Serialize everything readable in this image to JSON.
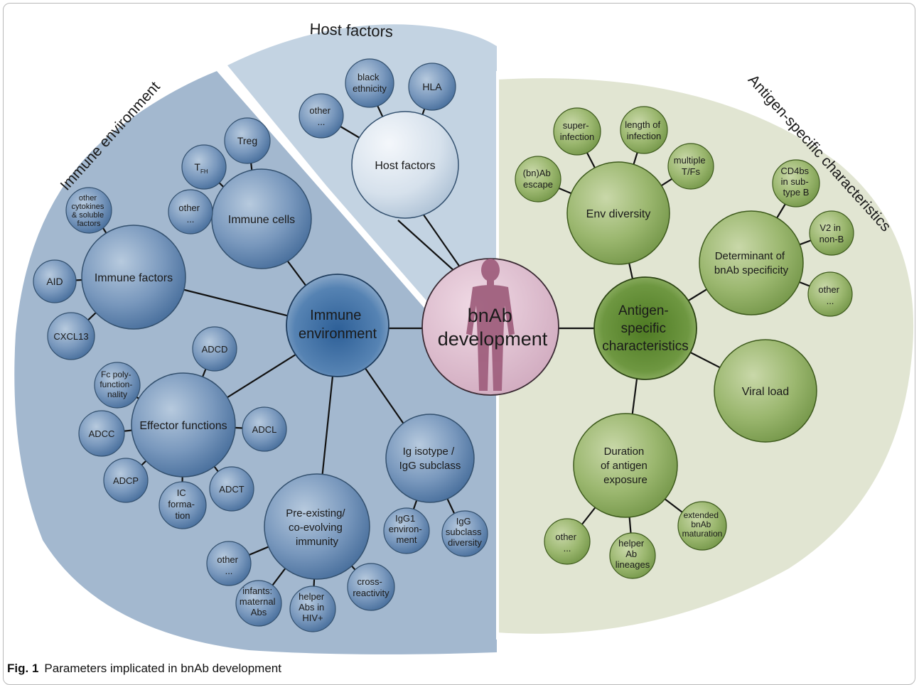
{
  "caption": {
    "label": "Fig. 1",
    "text": "Parameters implicated in bnAb development"
  },
  "section_titles": {
    "host": "Host factors",
    "immune": "Immune environment",
    "antigen": "Antigen-specific characteristics"
  },
  "colors": {
    "immune_bg": "#a3b8cf",
    "host_bg": "#c3d3e2",
    "antigen_bg": "#e1e5d2",
    "blue_bubble": "#5b82ad",
    "light_blue_bubble": "#cddbe8",
    "green_bubble": "#8dac5f",
    "center_bubble": "#d9b5c8",
    "figure_silhouette": "#a0607e"
  },
  "nodes": {
    "center": [
      "bnAb",
      "development"
    ],
    "host_factors": [
      "Host factors"
    ],
    "black_ethnicity": [
      "black",
      "ethnicity"
    ],
    "hla": [
      "HLA"
    ],
    "host_other": [
      "other",
      "..."
    ],
    "immune_environment": [
      "Immune",
      "environment"
    ],
    "immune_cells": [
      "Immune cells"
    ],
    "treg": [
      "Treg"
    ],
    "tfh": "T",
    "tfh_sub": "FH",
    "cells_other": [
      "other",
      "..."
    ],
    "immune_factors": [
      "Immune factors"
    ],
    "other_cytokines": [
      "other",
      "cytokines",
      "& soluble",
      "factors"
    ],
    "aid": [
      "AID"
    ],
    "cxcl13": [
      "CXCL13"
    ],
    "effector_functions": [
      "Effector functions"
    ],
    "adcd": [
      "ADCD"
    ],
    "fc_poly": [
      "Fc poly-",
      "function-",
      "nality"
    ],
    "adcc": [
      "ADCC"
    ],
    "adcl": [
      "ADCL"
    ],
    "adcp": [
      "ADCP"
    ],
    "ic_formation": [
      "IC",
      "forma-",
      "tion"
    ],
    "adct": [
      "ADCT"
    ],
    "preexisting": [
      "Pre-existing/",
      "co-evolving",
      "immunity"
    ],
    "pre_other": [
      "other",
      "..."
    ],
    "infants": [
      "infants:",
      "maternal",
      "Abs"
    ],
    "helper_abs_hiv": [
      "helper",
      "Abs in",
      "HIV+"
    ],
    "cross_reactivity": [
      "cross-",
      "reactivity"
    ],
    "ig_isotype": [
      "Ig isotype /",
      "IgG subclass"
    ],
    "igg1": [
      "IgG1",
      "environ-",
      "ment"
    ],
    "igg_diversity": [
      "IgG",
      "subclass",
      "diversity"
    ],
    "antigen_specific": [
      "Antigen-",
      "specific",
      "characteristics"
    ],
    "env_diversity": [
      "Env diversity"
    ],
    "superinfection": [
      "super-",
      "infection"
    ],
    "length_infection": [
      "length of",
      "infection"
    ],
    "multiple_tfs": [
      "multiple",
      "T/Fs"
    ],
    "bnab_escape": [
      "(bn)Ab",
      "escape"
    ],
    "determinant": [
      "Determinant of",
      "bnAb specificity"
    ],
    "cd4bs": [
      "CD4bs",
      "in sub-",
      "type B"
    ],
    "v2_nonb": [
      "V2 in",
      "non-B"
    ],
    "det_other": [
      "other",
      "..."
    ],
    "viral_load": [
      "Viral load"
    ],
    "duration": [
      "Duration",
      "of antigen",
      "exposure"
    ],
    "dur_other": [
      "other",
      "..."
    ],
    "helper_lineages": [
      "helper",
      "Ab",
      "lineages"
    ],
    "extended_maturation": [
      "extended",
      "bnAb",
      "maturation"
    ]
  }
}
